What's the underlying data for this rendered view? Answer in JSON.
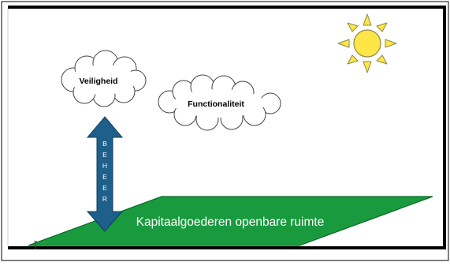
{
  "clouds": {
    "safety": "Veiligheid",
    "functionality": "Functionaliteit"
  },
  "arrow": {
    "letters": [
      "B",
      "E",
      "H",
      "E",
      "E",
      "R"
    ]
  },
  "plane": {
    "label": "Kapitaalgoederen openbare ruimte"
  },
  "colors": {
    "plane_fill": "#1a9a3e",
    "arrow_fill": "#1f5f8b",
    "sun_fill": "#ffe545",
    "sun_stroke": "#8a8a4a",
    "frame": "#000000"
  },
  "icons": {
    "sun": "sun-icon",
    "cursor": "text-cursor-icon"
  }
}
